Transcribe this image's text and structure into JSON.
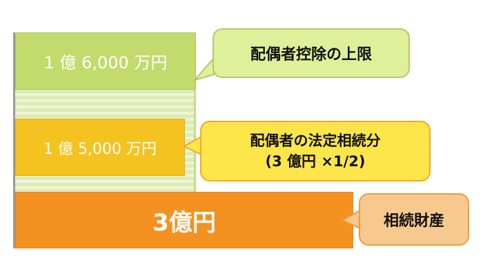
{
  "diagram": {
    "blocks": {
      "spousal_deduction_limit": {
        "label": "1 億 6,000 万円",
        "color": "#c3da6c"
      },
      "legal_share": {
        "label": "1 億 5,000 万円",
        "color": "#f5c320"
      },
      "estate": {
        "label": "3億円",
        "color": "#f39220"
      }
    },
    "callouts": {
      "spousal_deduction_limit": {
        "text": "配偶者控除の上限",
        "color": "#dff09a"
      },
      "legal_share": {
        "line1": "配偶者の法定相続分",
        "line2": "(3 億円 ×1/2)",
        "color": "#fde64a"
      },
      "estate": {
        "text": "相続財産",
        "color": "#f8c98f"
      }
    }
  }
}
